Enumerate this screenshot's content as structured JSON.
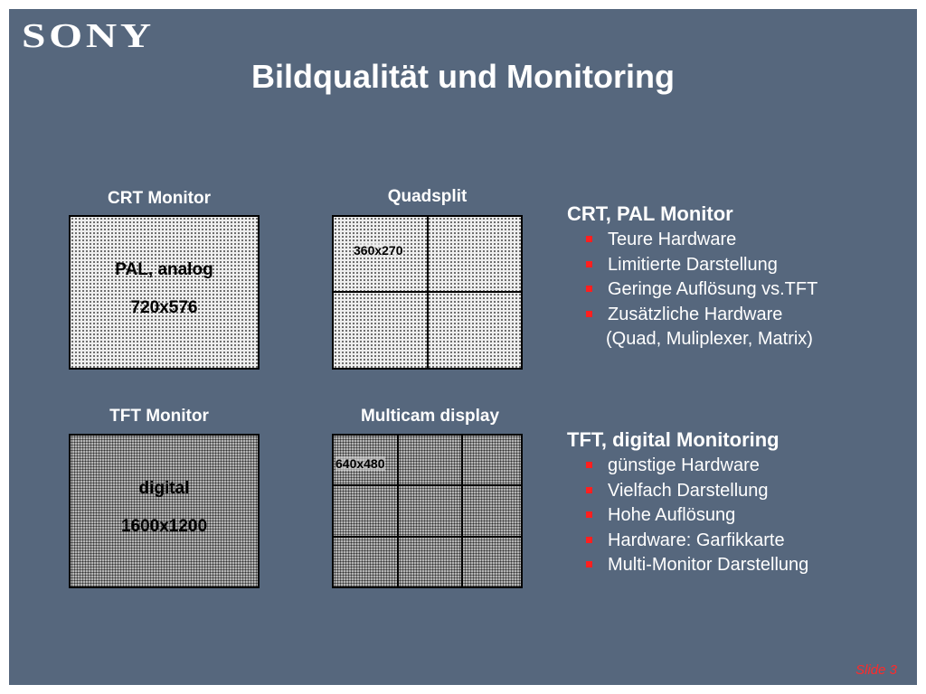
{
  "logo": "SONY",
  "title": "Bildqualität und Monitoring",
  "crt": {
    "caption": "CRT Monitor",
    "line1": "PAL, analog",
    "line2": "720x576"
  },
  "quadsplit": {
    "caption": "Quadsplit",
    "cell_label": "360x270"
  },
  "tft": {
    "caption": "TFT Monitor",
    "line1": "digital",
    "line2": "1600x1200"
  },
  "multicam": {
    "caption": "Multicam display",
    "cell_label": "640x480"
  },
  "crt_section": {
    "heading": "CRT, PAL Monitor",
    "bullets": [
      "Teure Hardware",
      "Limitierte Darstellung",
      "Geringe Auflösung vs.TFT",
      "Zusätzliche Hardware"
    ],
    "continuation": "(Quad, Muliplexer, Matrix)"
  },
  "tft_section": {
    "heading": "TFT, digital Monitoring",
    "bullets": [
      "günstige Hardware",
      "Vielfach Darstellung",
      "Hohe Auflösung",
      "Hardware: Garfikkarte",
      "Multi-Monitor Darstellung"
    ]
  },
  "footer": {
    "slide_label": "Slide 3"
  },
  "colors": {
    "background": "#56677d",
    "bullet": "#ff1f1f",
    "slide_number": "#ff2a2a"
  }
}
